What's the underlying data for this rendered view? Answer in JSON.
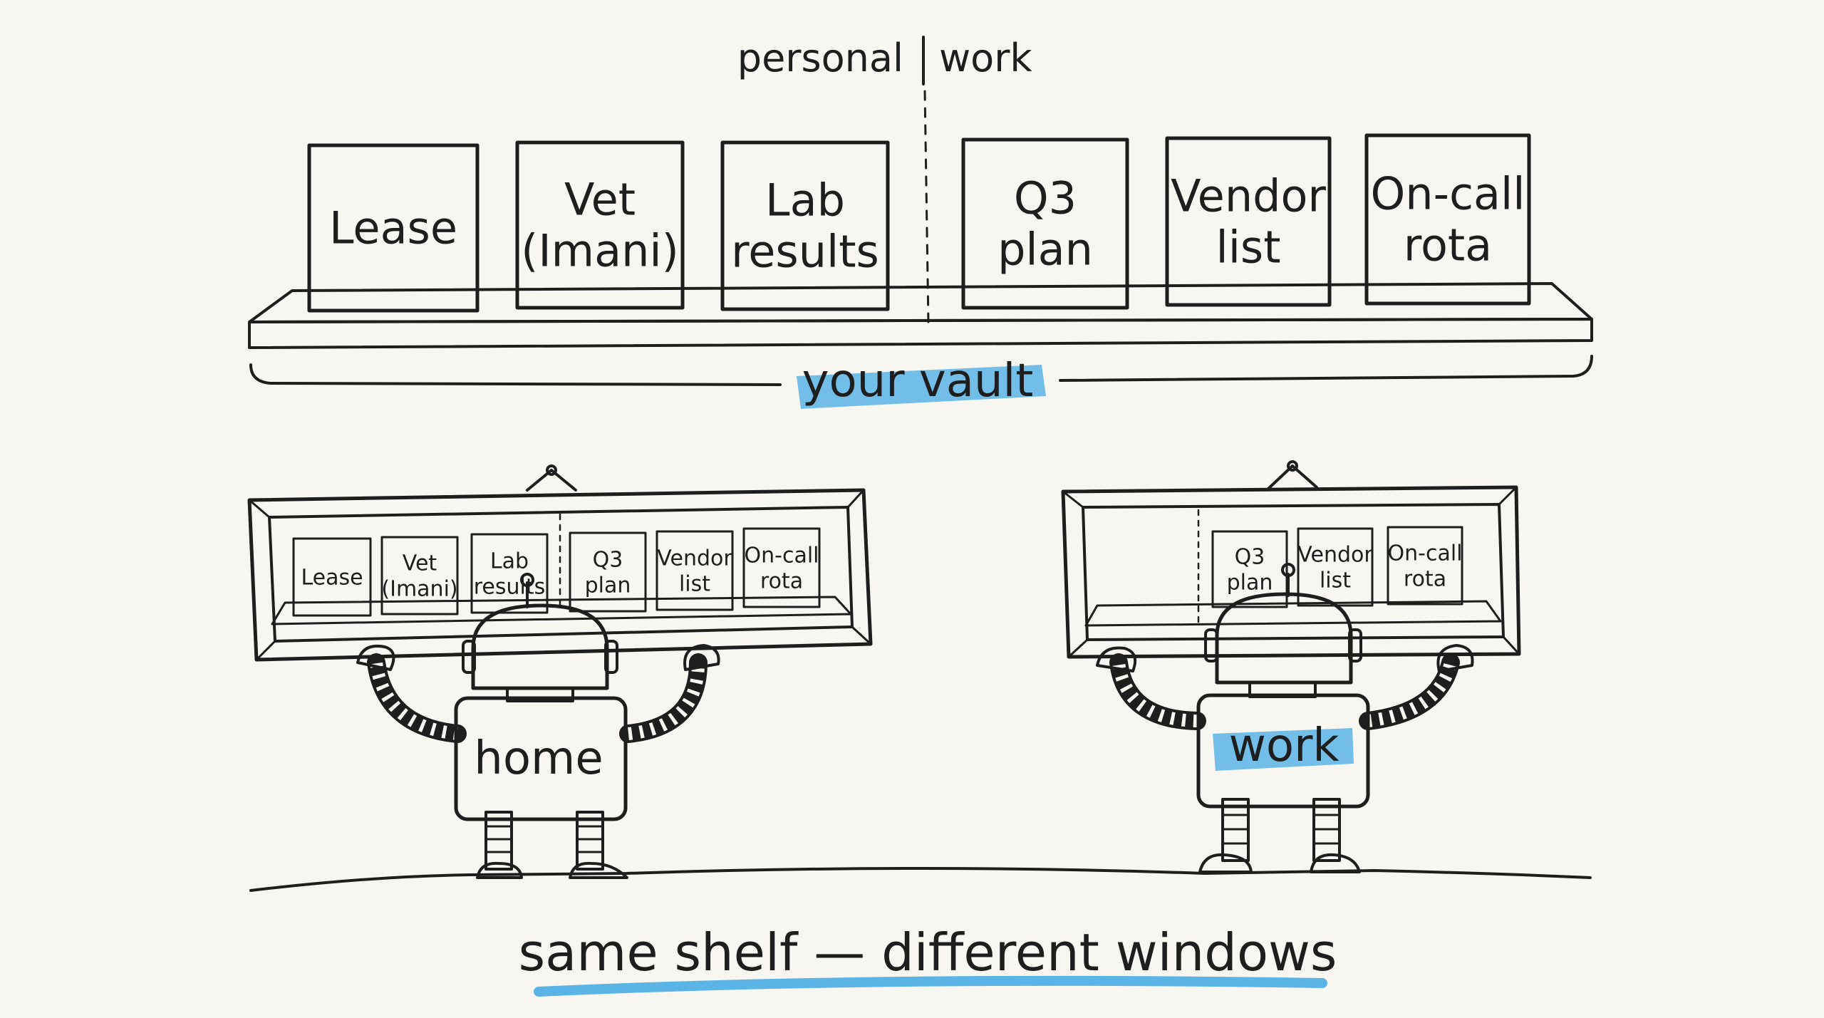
{
  "header": {
    "personal_label": "personal",
    "work_label": "work"
  },
  "vault": {
    "label": "your vault",
    "highlight_color": "#5ab4e6",
    "cards": [
      {
        "lines": [
          "Lease"
        ],
        "group": "personal"
      },
      {
        "lines": [
          "Vet",
          "(Imani)"
        ],
        "group": "personal"
      },
      {
        "lines": [
          "Lab",
          "results"
        ],
        "group": "personal"
      },
      {
        "lines": [
          "Q3",
          "plan"
        ],
        "group": "work"
      },
      {
        "lines": [
          "Vendor",
          "list"
        ],
        "group": "work"
      },
      {
        "lines": [
          "On-call",
          "rota"
        ],
        "group": "work"
      }
    ]
  },
  "home_window": {
    "robot_label": "home",
    "cards": [
      {
        "lines": [
          "Lease"
        ]
      },
      {
        "lines": [
          "Vet",
          "(Imani)"
        ]
      },
      {
        "lines": [
          "Lab",
          "results"
        ]
      },
      {
        "lines": [
          "Q3",
          "plan"
        ]
      },
      {
        "lines": [
          "Vendor",
          "list"
        ]
      },
      {
        "lines": [
          "On-call",
          "rota"
        ]
      }
    ]
  },
  "work_window": {
    "robot_label": "work",
    "cards": [
      {
        "lines": [
          "Q3",
          "plan"
        ]
      },
      {
        "lines": [
          "Vendor",
          "list"
        ]
      },
      {
        "lines": [
          "On-call",
          "rota"
        ]
      }
    ]
  },
  "caption": {
    "text": "same shelf — different windows",
    "underline_color": "#5ab4e6"
  }
}
